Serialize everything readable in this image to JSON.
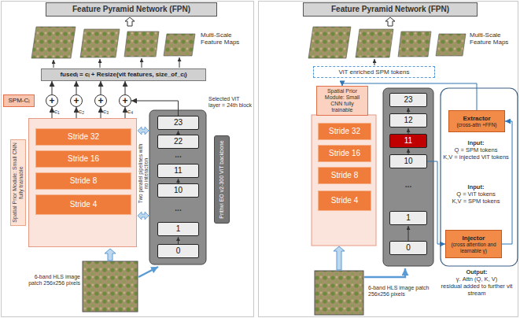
{
  "diagram": {
    "nodes": [
      {
        "text": [
          "Feature Pyramid Network (FPN)"
        ]
      },
      {
        "text": [
          "fusedᵢ = cᵢ + Resize(vit features, size_of_cᵢ)"
        ]
      },
      {
        "text": [
          "SPM-Cᵢ"
        ]
      },
      {
        "text": [
          "+"
        ]
      },
      {
        "text": [
          "+"
        ]
      },
      {
        "text": [
          "+"
        ]
      },
      {
        "text": [
          "+"
        ]
      },
      {
        "text": [
          "Spatial Prior Module: Small CNN fully trainable"
        ]
      },
      {
        "text": [
          "Stride 32"
        ],
        "in": 7
      },
      {
        "text": [
          "Stride 16"
        ],
        "in": 7
      },
      {
        "text": [
          "Stride 8"
        ],
        "in": 7
      },
      {
        "text": [
          "Stride 4"
        ],
        "in": 7
      },
      {
        "text": [
          "23"
        ]
      },
      {
        "text": [
          "22"
        ]
      },
      {
        "text": [
          "11"
        ]
      },
      {
        "text": [
          "10"
        ]
      },
      {
        "text": [
          "1"
        ]
      },
      {
        "text": [
          "0"
        ]
      },
      {
        "text": [
          "Prithvi EO v2-300 ViT backbone"
        ]
      },
      {
        "text": [
          "Feature Pyramid Network (FPN)"
        ]
      },
      {
        "text": [
          "ViT enriched SPM tokens"
        ]
      },
      {
        "text": [
          "Spatial Prior Module: Small CNN fully trainable"
        ]
      },
      {
        "text": [
          "Stride 32"
        ]
      },
      {
        "text": [
          "Stride 16"
        ]
      },
      {
        "text": [
          "Stride 8"
        ]
      },
      {
        "text": [
          "Stride 4"
        ]
      },
      {
        "text": [
          "23"
        ]
      },
      {
        "text": [
          "12"
        ]
      },
      {
        "text": [
          "11"
        ]
      },
      {
        "text": [
          "10"
        ]
      },
      {
        "text": [
          "1"
        ]
      },
      {
        "text": [
          "0"
        ]
      },
      {
        "text": [
          "Extractor",
          "(cross-attn +FFN)"
        ]
      },
      {
        "text": [
          "Injector",
          "(cross attention and learnable γ)"
        ]
      }
    ],
    "edges": [
      {
        "from": 7,
        "to": 3,
        "arrow": "to"
      },
      {
        "from": 7,
        "to": 4,
        "arrow": "to"
      },
      {
        "from": 7,
        "to": 5,
        "arrow": "to"
      },
      {
        "from": 7,
        "to": 6,
        "arrow": "to"
      },
      {
        "from": 3,
        "to": 1,
        "arrow": "to"
      },
      {
        "from": 4,
        "to": 1,
        "arrow": "to"
      },
      {
        "from": 5,
        "to": 1,
        "arrow": "to"
      },
      {
        "from": 6,
        "to": 1,
        "arrow": "to"
      },
      {
        "from": 12,
        "to": 6,
        "arrow": "to"
      },
      {
        "from": 29,
        "to": 33,
        "arrow": "to"
      },
      {
        "from": 33,
        "to": 32,
        "arrow": "to"
      },
      {
        "from": 32,
        "to": 21,
        "arrow": "to"
      }
    ],
    "labels": [
      "Multi-Scale Feature Maps",
      "c₁",
      "c₂",
      "c₃",
      "c₄",
      "Selected ViT layer = 24th block",
      "Two parallel pipelines with no interaction",
      "...",
      "...",
      "6-band HLS image patch 256x256 pixels",
      "Multi-Scale Feature Maps",
      "...",
      "Input:",
      "Q = SPM tokens",
      "K,V = injected ViT tokens",
      "Input:",
      "Q = ViT tokens",
      "K,V = SPM tokens",
      "Output:",
      "γ. Attn (Q, K, V)",
      "residual added to further vit stream",
      "6-band HLS image patch 256x256 pixels"
    ]
  }
}
